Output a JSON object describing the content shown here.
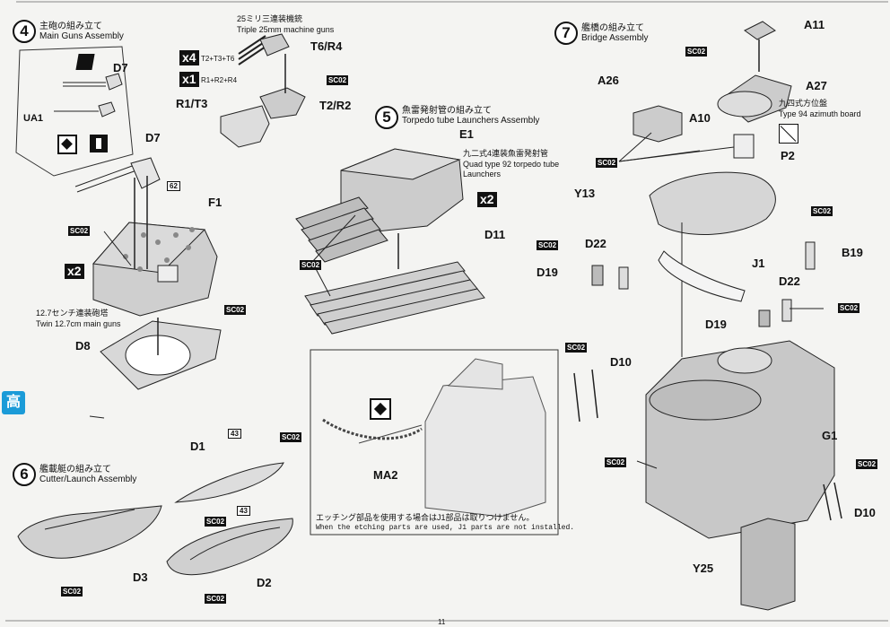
{
  "steps": {
    "s4": {
      "num": "4",
      "jp": "主砲の組み立て",
      "en": "Main Guns Assembly"
    },
    "s5": {
      "num": "5",
      "jp": "魚雷発射管の組み立て",
      "en": "Torpedo tube Launchers Assembly"
    },
    "s6": {
      "num": "6",
      "jp": "艦載艇の組み立て",
      "en": "Cutter/Launch Assembly"
    },
    "s7": {
      "num": "7",
      "jp": "艦橋の組み立て",
      "en": "Bridge Assembly"
    }
  },
  "captions": {
    "mg25_jp": "25ミリ三連装機銃",
    "mg25_en": "Triple 25mm machine guns",
    "twin127_jp": "12.7センチ連装砲塔",
    "twin127_en": "Twin 12.7cm main guns",
    "torp_jp": "九二式4連装魚雷発射管",
    "torp_en": "Quad type 92 torpedo tube Launchers",
    "azimuth_jp": "九四式方位盤",
    "azimuth_en": "Type 94 azimuth board",
    "etch_jp": "エッチング部品を使用する場合はJ1部品は取りつけません。",
    "etch_en": "When the etching parts are used, J1 parts are not installed.",
    "page": "11"
  },
  "multipliers": {
    "x4": "x4",
    "x1": "x1",
    "x2a": "x2",
    "x2b": "x2"
  },
  "combo": {
    "x4": "T2+T3+T6",
    "x1": "R1+R2+R4"
  },
  "parts": {
    "D7a": "D7",
    "UA1": "UA1",
    "D7b": "D7",
    "F1": "F1",
    "D8": "D8",
    "T6R4": "T6/R4",
    "R1T3": "R1/T3",
    "T2R2": "T2/R2",
    "E1": "E1",
    "D11": "D11",
    "MA2": "MA2",
    "D1": "D1",
    "D3": "D3",
    "D2": "D2",
    "A11": "A11",
    "A27": "A27",
    "A26": "A26",
    "A10": "A10",
    "P2": "P2",
    "Y13": "Y13",
    "J1": "J1",
    "B19": "B19",
    "D22a": "D22",
    "D19a": "D19",
    "D22b": "D22",
    "D19b": "D19",
    "D10a": "D10",
    "G1": "G1",
    "D10b": "D10",
    "Y25": "Y25"
  },
  "paint": {
    "sc02": "SC02",
    "c62": "62",
    "c43": "43"
  },
  "logo": {
    "text": "高"
  }
}
